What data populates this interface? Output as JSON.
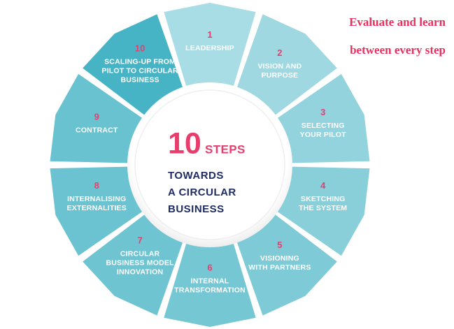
{
  "annotation": {
    "line1": "Evaluate and learn",
    "line2": "between every step",
    "color": "#E8305F"
  },
  "center": {
    "number": "10",
    "steps_word": "STEPS",
    "sub_line1": "TOWARDS",
    "sub_line2": "A CIRCULAR",
    "sub_line3": "BUSINESS",
    "number_color": "#E83E6E",
    "sub_color": "#1F2C63",
    "disc_color": "#FFFFFF"
  },
  "wheel": {
    "gap_color": "#FFFFFF",
    "accent_color": "#E83E6E",
    "label_color": "#FFFFFF",
    "segments": [
      {
        "number": "1",
        "lines": [
          "LEADERSHIP"
        ],
        "color": "#A9DDE5"
      },
      {
        "number": "2",
        "lines": [
          "VISION AND",
          "PURPOSE"
        ],
        "color": "#9FD8E1"
      },
      {
        "number": "3",
        "lines": [
          "SELECTING",
          "YOUR PILOT"
        ],
        "color": "#92D3DD"
      },
      {
        "number": "4",
        "lines": [
          "SKETCHING",
          "THE SYSTEM"
        ],
        "color": "#88CFDA"
      },
      {
        "number": "5",
        "lines": [
          "VISIONING",
          "WITH PARTNERS"
        ],
        "color": "#7ECAD7"
      },
      {
        "number": "6",
        "lines": [
          "INTERNAL",
          "TRANSFORMATION"
        ],
        "color": "#76C7D4"
      },
      {
        "number": "7",
        "lines": [
          "CIRCULAR",
          "BUSINESS MODEL",
          "INNOVATION"
        ],
        "color": "#6FC4D2"
      },
      {
        "number": "8",
        "lines": [
          "INTERNALISING",
          "EXTERNALITIES"
        ],
        "color": "#6BC3D1"
      },
      {
        "number": "9",
        "lines": [
          "CONTRACT"
        ],
        "color": "#68C2D0"
      },
      {
        "number": "10",
        "lines": [
          "SCALING-UP FROM",
          "PILOT TO CIRCULAR",
          "BUSINESS"
        ],
        "color": "#47B4C6"
      }
    ]
  }
}
